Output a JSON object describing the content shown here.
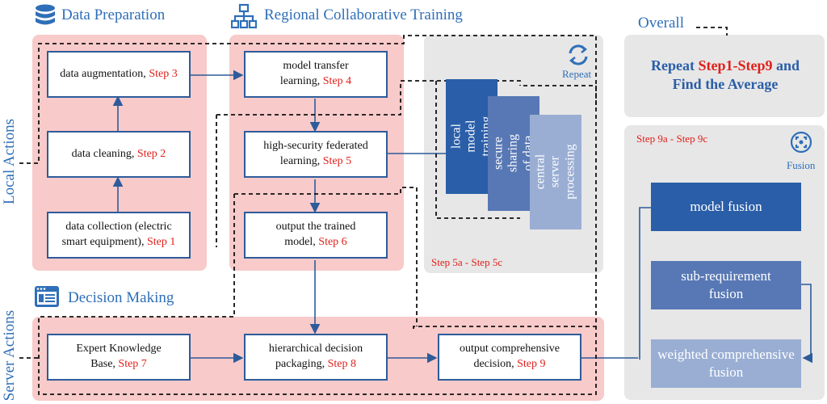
{
  "sections": {
    "data_preparation": "Data Preparation",
    "regional_training": "Regional Collaborative Training",
    "decision_making": "Decision Making",
    "overall": "Overall",
    "local_actions": "Local Actions",
    "server_actions": "Server Actions"
  },
  "steps": {
    "augmentation": {
      "text": "data augmentation, ",
      "step": "Step 3"
    },
    "cleaning": {
      "text": "data cleaning, ",
      "step": "Step 2"
    },
    "collection": {
      "line1": "data collection (electric",
      "line2": "smart equipment), ",
      "step": "Step 1"
    },
    "transfer": {
      "line1": "model transfer",
      "line2": "learning, ",
      "step": "Step 4"
    },
    "federated": {
      "line1": "high-security federated",
      "line2": "learning, ",
      "step": "Step 5"
    },
    "output_model": {
      "line1": "output the trained",
      "line2": "model, ",
      "step": "Step 6"
    },
    "expert": {
      "line1": "Expert Knowledge",
      "line2": "Base, ",
      "step": "Step 7"
    },
    "hierarchical": {
      "line1": "hierarchical decision",
      "line2": "packaging, ",
      "step": "Step 8"
    },
    "comprehensive": {
      "line1": "output comprehensive",
      "line2": "decision, ",
      "step": "Step 9"
    }
  },
  "repeat_panel": {
    "repeat_label": "Repeat",
    "cards": [
      "local model training",
      "secure sharing of data",
      "central server processing"
    ],
    "range": "Step 5a - Step 5c"
  },
  "overall_panel": {
    "line1_prefix": "Repeat ",
    "line1_steps": "Step1-Step9",
    "line1_suffix": " and",
    "line2": "Find the Average"
  },
  "fusion_panel": {
    "range": "Step 9a - Step 9c",
    "fusion_label": "Fusion",
    "items": [
      "model fusion",
      "sub-requirement fusion",
      "weighted comprehensive fusion"
    ]
  },
  "colors": {
    "blue_title": "#2f6fb8",
    "red_step": "#e0201a",
    "pink_zone": "#f8caca",
    "gray_zone": "#e7e7e7",
    "card_dark": "#2a5ea8",
    "card_mid": "#5878b5",
    "card_light": "#9aaed4"
  }
}
